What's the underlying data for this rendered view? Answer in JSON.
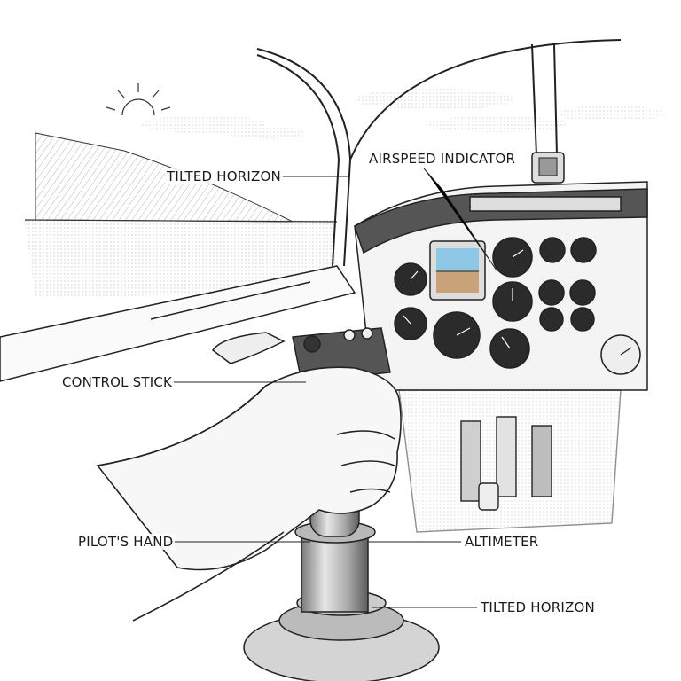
{
  "labels": {
    "tilted_horizon_top": "TILTED HORIZON",
    "airspeed_indicator": "AIRSPEED INDICATOR",
    "control_stick": "CONTROL STICK",
    "pilots_hand": "PILOT'S HAND",
    "altimeter": "ALTIMETER",
    "tilted_horizon_bottom": "TILTED HORIZON"
  },
  "colors": {
    "ink": "#1a1a1a",
    "attitude_sky": "#8fc8e6",
    "attitude_ground": "#c9a27a",
    "panel": "#f2f2f2"
  }
}
